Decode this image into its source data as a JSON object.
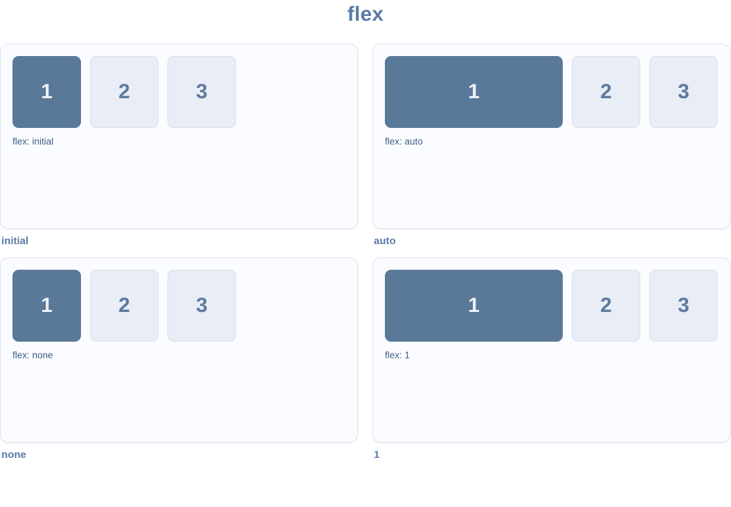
{
  "page": {
    "title": "flex"
  },
  "colors": {
    "title_text": "#5b7aa6",
    "caption_text": "#5b7aa6",
    "flex_label_text": "#3e5f88",
    "item_dark_bg": "#5a7999",
    "item_dark_text": "#eef2f8",
    "item_light_bg": "#e9edf5",
    "item_light_border": "#d9e0ee",
    "item_light_text": "#5d7a9e",
    "panel_bg": "#fbfcff",
    "panel_border": "#dee5f0"
  },
  "panels": [
    {
      "caption": "initial",
      "flex_label": "flex: initial",
      "flex_value": "initial",
      "items": [
        "1",
        "2",
        "3"
      ]
    },
    {
      "caption": "auto",
      "flex_label": "flex: auto",
      "flex_value": "auto",
      "items": [
        "1",
        "2",
        "3"
      ]
    },
    {
      "caption": "none",
      "flex_label": "flex: none",
      "flex_value": "none",
      "items": [
        "1",
        "2",
        "3"
      ]
    },
    {
      "caption": "1",
      "flex_label": "flex: 1",
      "flex_value": "1",
      "items": [
        "1",
        "2",
        "3"
      ]
    }
  ]
}
